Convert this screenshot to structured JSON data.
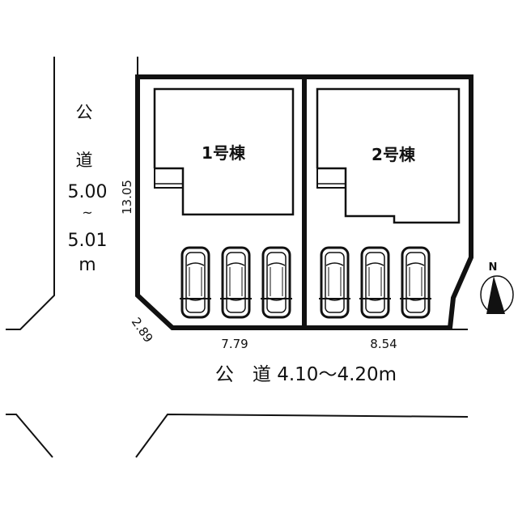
{
  "plan": {
    "west_road": {
      "label_1": "公",
      "label_2": "道",
      "width_from": "5.00",
      "tilde": "~",
      "width_to": "5.01",
      "unit": "m"
    },
    "south_road": {
      "label": "公　道 4.10～4.20m"
    },
    "dimensions": {
      "west_side": "13.05",
      "corner_cut": "2.89",
      "lot1_frontage": "7.79",
      "lot2_frontage": "8.54"
    },
    "buildings": [
      {
        "label": "1号棟"
      },
      {
        "label": "2号棟"
      }
    ],
    "compass": {
      "label": "N"
    },
    "parking_spaces_per_lot": 3
  }
}
